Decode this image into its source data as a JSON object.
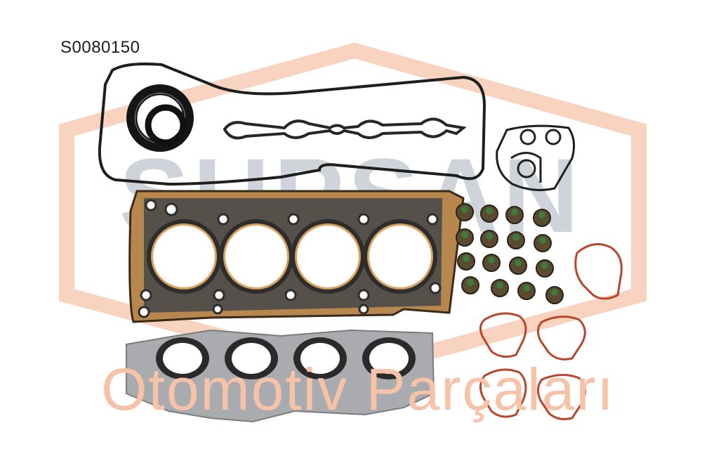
{
  "product_code": "S0080150",
  "watermark": {
    "brand": "SUPSAN",
    "subtitle": "Otomotiv Parçaları",
    "brand_color": "#cfd4da",
    "frame_color": "#f6c3a8"
  },
  "parts": {
    "valve_stem_seals_count": 16,
    "intake_gaskets_count": 4,
    "cylinders_count": 4
  }
}
